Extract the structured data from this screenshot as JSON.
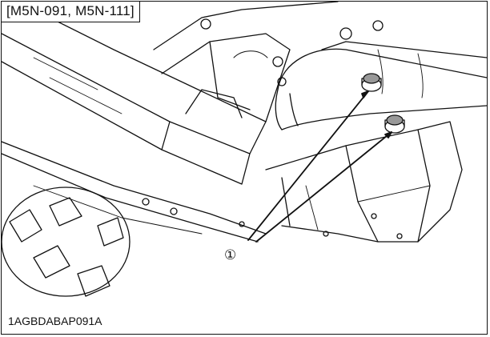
{
  "figure": {
    "model_tag": "[M5N-091, M5N-111]",
    "figure_code": "1AGBDABAP091A",
    "callout": {
      "label": "①"
    }
  },
  "colors": {
    "line": "#111111",
    "background": "#ffffff"
  }
}
